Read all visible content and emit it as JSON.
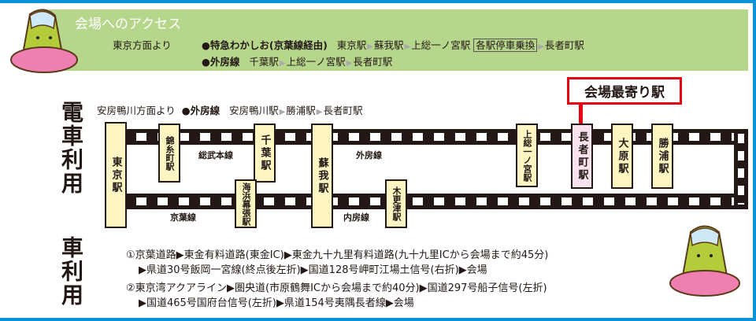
{
  "header": {
    "title": "会場へのアクセス",
    "from_tokyo": "東京方面より",
    "route1_name": "●特急わかしお(京葉線経由)",
    "route1_stops": [
      "東京駅",
      "蘇我駅",
      "上総一ノ宮駅"
    ],
    "route1_transfer": "各駅停車乗換",
    "route1_dest": "長者町駅",
    "route2_name": "●外房線",
    "route2_stops": [
      "千葉駅",
      "上総一ノ宮駅",
      "長者町駅"
    ]
  },
  "train": {
    "heading": "電車利用",
    "from_awa": "安房鴨川方面より",
    "awa_line": "●外房線",
    "awa_stops": [
      "安房鴨川駅",
      "勝浦駅",
      "長者町駅"
    ],
    "nearest_label": "会場最寄り駅",
    "stations": [
      "東京駅",
      "錦糸町駅",
      "千葉駅",
      "海浜幕張駅",
      "蘇我駅",
      "木更津駅",
      "上総一ノ宮駅",
      "長者町駅",
      "大原駅",
      "勝浦駅"
    ],
    "lines": [
      "総武本線",
      "外房線",
      "京葉線",
      "内房線"
    ]
  },
  "car": {
    "heading": "車利用",
    "route1_line1": "①京葉道路▶東金有料道路(東金IC)▶東金九十九里有料道路(九十九里ICから会場まで約45分)",
    "route1_line2": "▶県道30号飯岡一宮線(終点後左折)▶国道128号岬町江場土信号(右折)▶会場",
    "route2_line1": "②東京湾アクアライン▶圏央道(市原鶴舞ICから会場まで約40分)▶国道297号船子信号(左折)",
    "route2_line2": "▶国道465号国府台信号(左折)▶県道154号夷隅長者線▶会場"
  },
  "colors": {
    "border": "#0a93d8",
    "header_bg": "#b6d68b",
    "accent": "#e60012",
    "station": "#fdf6c3"
  }
}
